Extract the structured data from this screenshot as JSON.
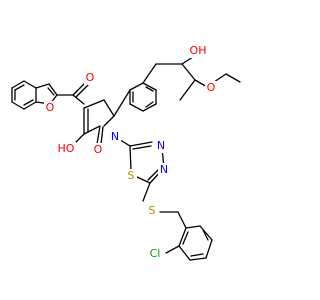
{
  "colors": {
    "background": "#ffffff",
    "bond": "#000000",
    "oxygen": "#ff0000",
    "nitrogen": "#0000ff",
    "sulfur": "#b8860b",
    "chlorine": "#00a000"
  },
  "atom_labels": {
    "oh_top": "OH",
    "ho_left": "HO",
    "o_ethoxy": "O",
    "o_carbonyl_top": "O",
    "o_furan": "O",
    "o_lactam": "O",
    "n_ring": "N",
    "n_thiadiazole_a": "N",
    "n_thiadiazole_b": "N",
    "s_thiadiazole": "S",
    "s_thioether": "S",
    "cl": "Cl"
  }
}
